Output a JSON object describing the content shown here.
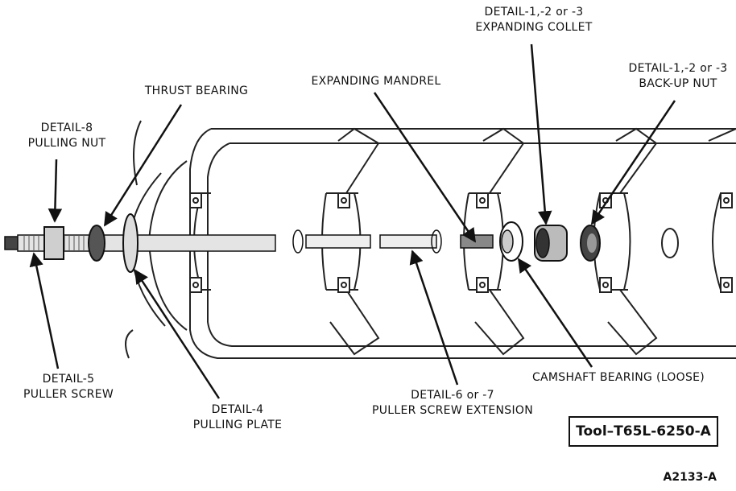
{
  "labels": {
    "collet_line1": "DETAIL-1,-2 or -3",
    "collet_line2": "EXPANDING COLLET",
    "backup_line1": "DETAIL-1,-2 or -3",
    "backup_line2": "BACK-UP NUT",
    "mandrel": "EXPANDING MANDREL",
    "thrust": "THRUST BEARING",
    "pulling_nut_line1": "DETAIL-8",
    "pulling_nut_line2": "PULLING NUT",
    "puller_screw_line1": "DETAIL-5",
    "puller_screw_line2": "PULLER SCREW",
    "plate_line1": "DETAIL-4",
    "plate_line2": "PULLING PLATE",
    "extension_line1": "DETAIL-6 or -7",
    "extension_line2": "PULLER SCREW EXTENSION",
    "cam_bearing": "CAMSHAFT BEARING (LOOSE)"
  },
  "tool_id": "Tool–T65L-6250-A",
  "figure_id": "A2133-A"
}
